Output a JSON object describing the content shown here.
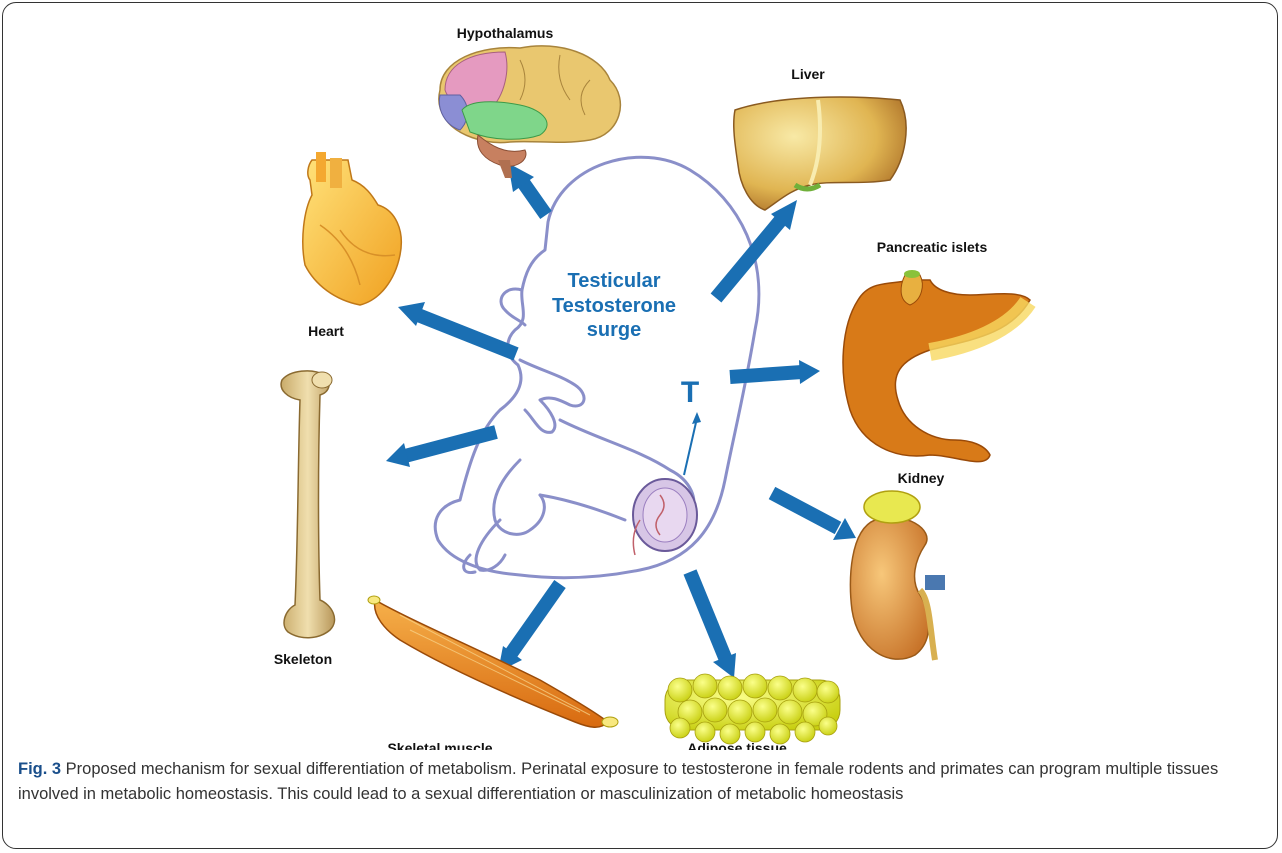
{
  "center": {
    "line1": "Testicular",
    "line2": "Testosterone",
    "line3": "surge",
    "t_label": "T"
  },
  "organs": {
    "hypothalamus": "Hypothalamus",
    "liver": "Liver",
    "pancreas": "Pancreatic islets",
    "heart": "Heart",
    "kidney": "Kidney",
    "skeleton": "Skeleton",
    "muscle": "Skeletal muscle",
    "adipose": "Adipose tissue"
  },
  "caption": {
    "fig_label": "Fig. 3",
    "text": " Proposed mechanism for sexual differentiation of metabolism. Perinatal exposure to testosterone in female rodents and primates can program multiple tissues involved in metabolic homeostasis. This could lead to a sexual differentiation or masculinization of metabolic homeostasis"
  },
  "colors": {
    "arrow": "#1a6fb3",
    "fetus_outline": "#8a8fc9",
    "text_blue": "#1a6fb3",
    "caption_fig": "#1a4f8b"
  }
}
